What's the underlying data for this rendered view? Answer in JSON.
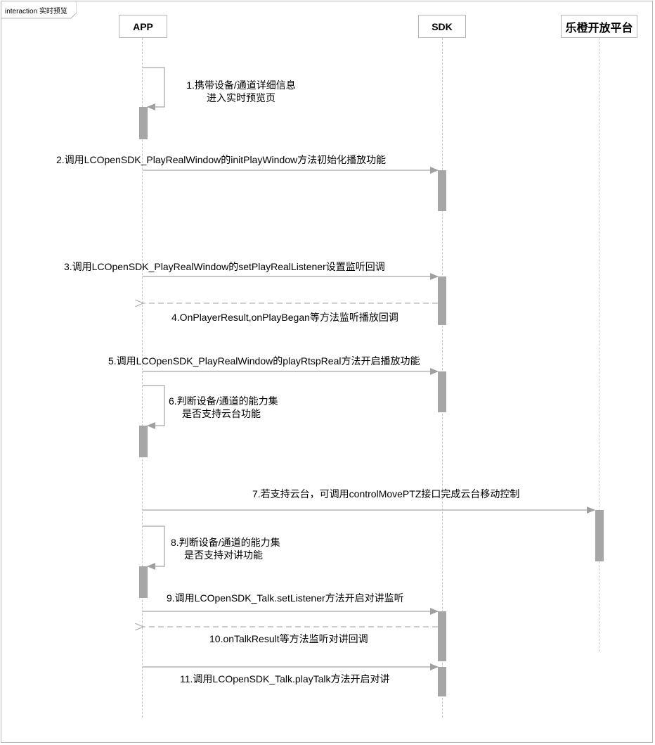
{
  "frame": {
    "label": "interaction 实时预览"
  },
  "participants": [
    {
      "id": "app",
      "label": "APP"
    },
    {
      "id": "sdk",
      "label": "SDK"
    },
    {
      "id": "platform",
      "label": "乐橙开放平台"
    }
  ],
  "messages": [
    {
      "n": 1,
      "from": "APP",
      "to": "APP",
      "type": "self",
      "line1": "1.携带设备/通道详细信息",
      "line2": "进入实时预览页"
    },
    {
      "n": 2,
      "from": "APP",
      "to": "SDK",
      "type": "sync",
      "text": "2.调用LCOpenSDK_PlayRealWindow的initPlayWindow方法初始化播放功能"
    },
    {
      "n": 3,
      "from": "APP",
      "to": "SDK",
      "type": "sync",
      "text": "3.调用LCOpenSDK_PlayRealWindow的setPlayRealListener设置监听回调"
    },
    {
      "n": 4,
      "from": "SDK",
      "to": "APP",
      "type": "return",
      "text": "4.OnPlayerResult,onPlayBegan等方法监听播放回调"
    },
    {
      "n": 5,
      "from": "APP",
      "to": "SDK",
      "type": "sync",
      "text": "5.调用LCOpenSDK_PlayRealWindow的playRtspReal方法开启播放功能"
    },
    {
      "n": 6,
      "from": "APP",
      "to": "APP",
      "type": "self",
      "line1": "6.判断设备/通道的能力集",
      "line2": "是否支持云台功能"
    },
    {
      "n": 7,
      "from": "APP",
      "to": "乐橙开放平台",
      "type": "sync",
      "text": "7.若支持云台，可调用controlMovePTZ接口完成云台移动控制"
    },
    {
      "n": 8,
      "from": "APP",
      "to": "APP",
      "type": "self",
      "line1": "8.判断设备/通道的能力集",
      "line2": "是否支持对讲功能"
    },
    {
      "n": 9,
      "from": "APP",
      "to": "SDK",
      "type": "sync",
      "text": "9.调用LCOpenSDK_Talk.setListener方法开启对讲监听"
    },
    {
      "n": 10,
      "from": "SDK",
      "to": "APP",
      "type": "return",
      "text": "10.onTalkResult等方法监听对讲回调"
    },
    {
      "n": 11,
      "from": "APP",
      "to": "SDK",
      "type": "sync",
      "text": "11.调用LCOpenSDK_Talk.playTalk方法开启对讲"
    }
  ],
  "colors": {
    "line": "#b5b5b5",
    "activation": "#a6a6a6",
    "lifeline": "#c8c8c8",
    "arrow": "#a0a0a0"
  }
}
